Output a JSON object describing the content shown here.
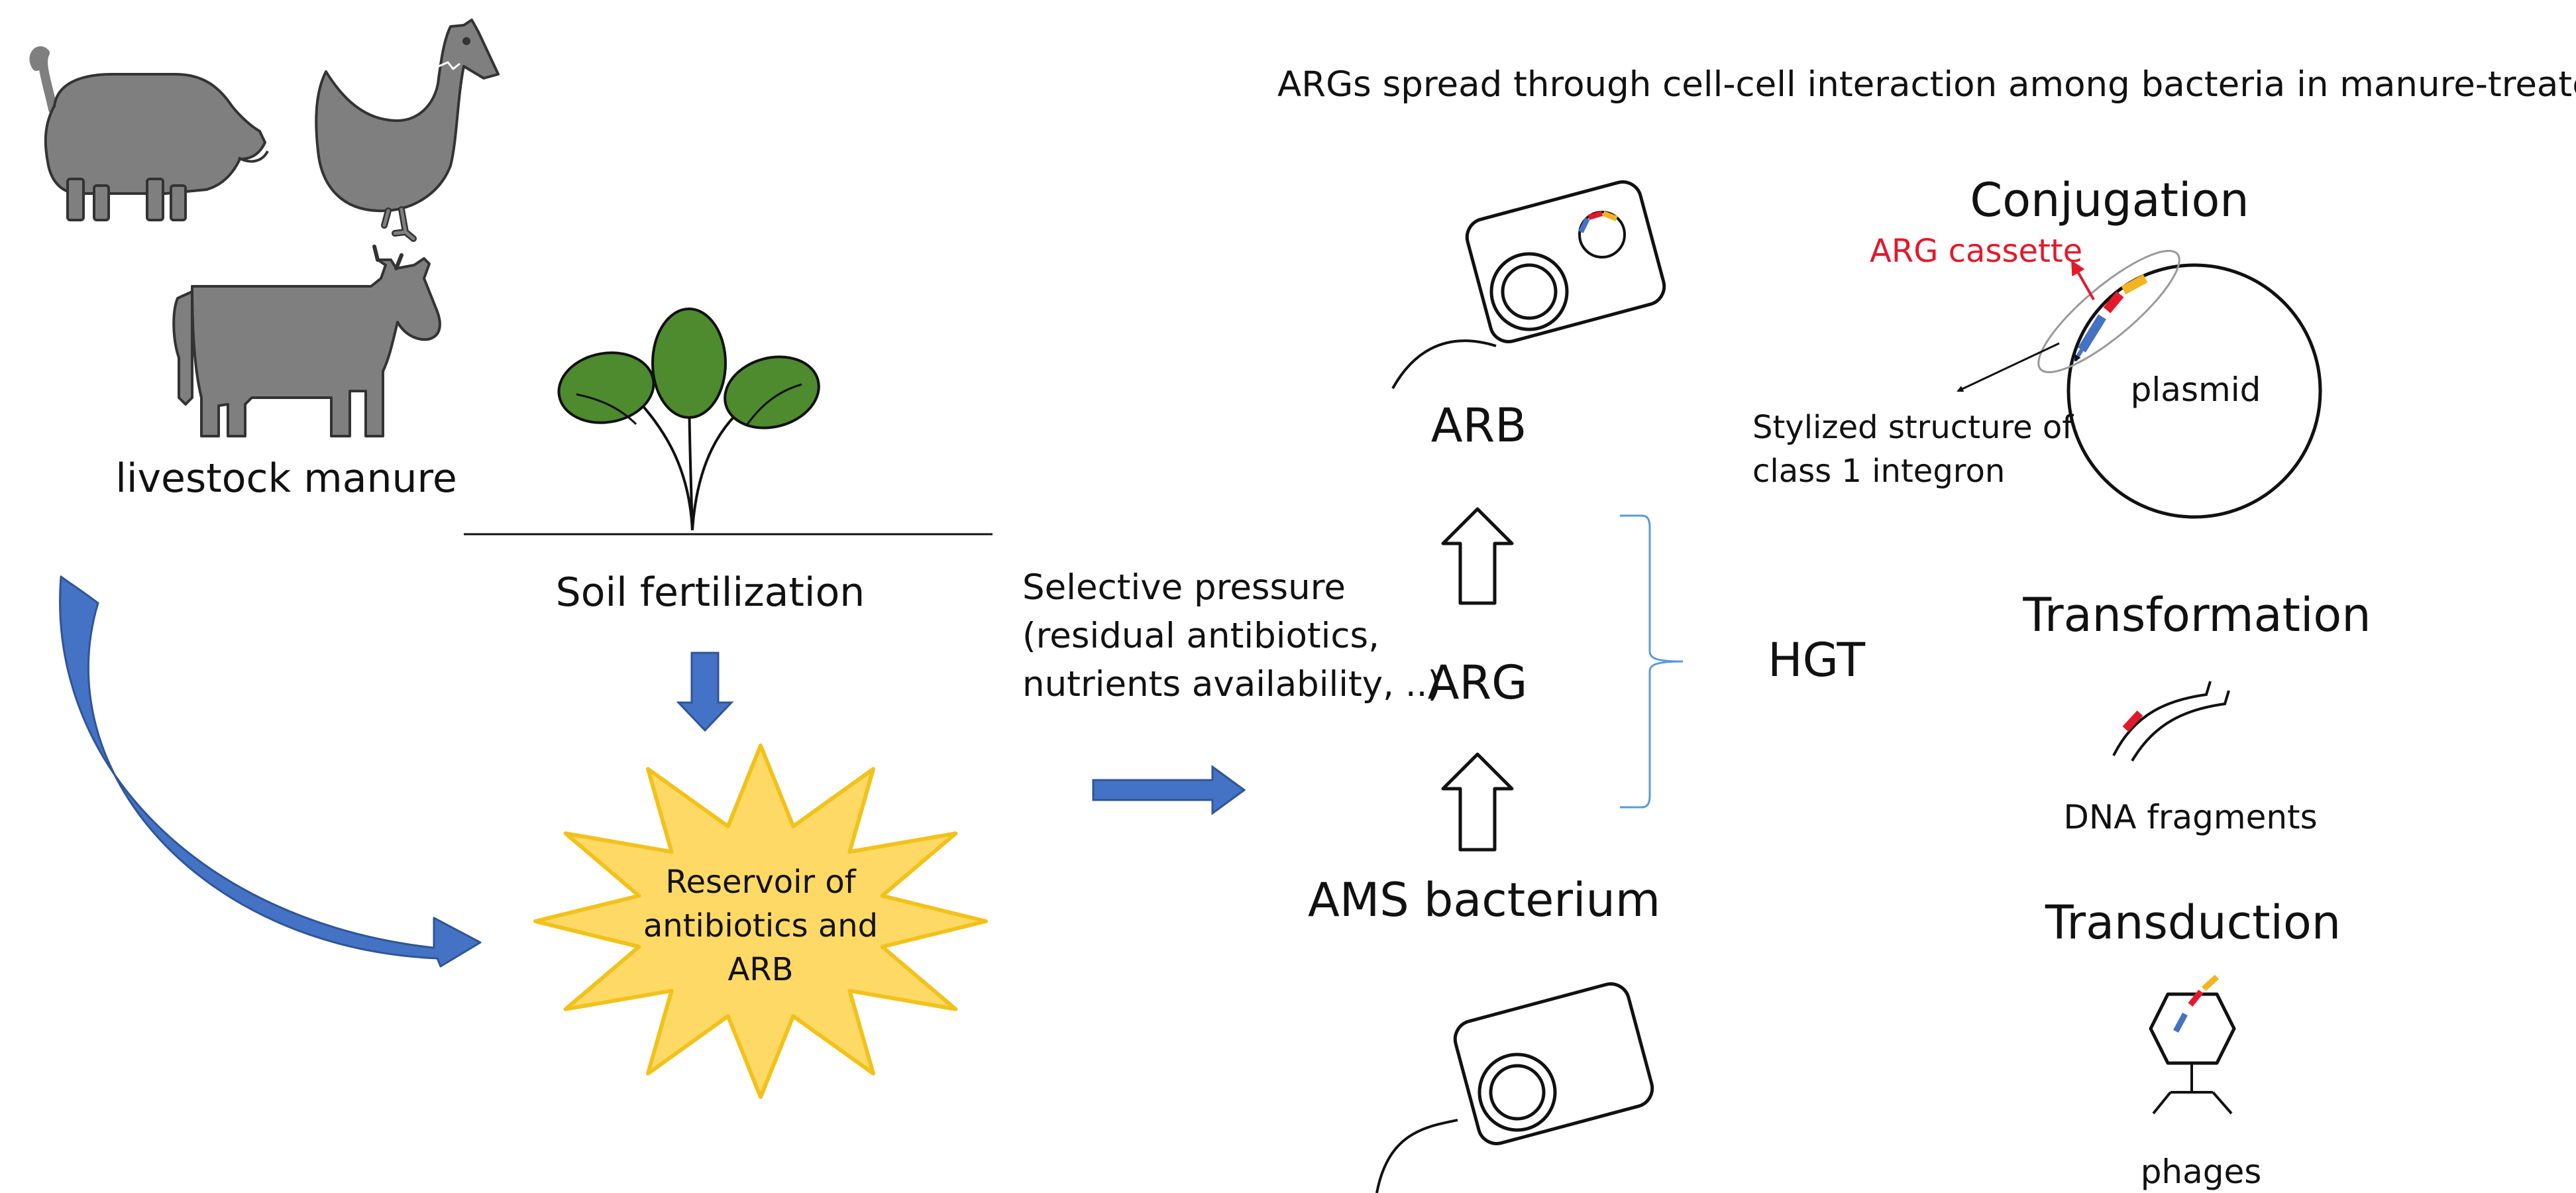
{
  "header": {
    "title": "ARGs spread through cell-cell interaction among bacteria in manure-treated soils"
  },
  "left": {
    "manure_label": "livestock manure",
    "fertilization_label": "Soil fertilization",
    "reservoir_lines": [
      "Reservoir of",
      "antibiotics and",
      "ARB"
    ]
  },
  "middle": {
    "pressure_lines": [
      "Selective pressure",
      "(residual antibiotics,",
      "nutrients availability, ..)"
    ],
    "arb_label": "ARB",
    "arg_label": "ARG",
    "ams_label": "AMS bacterium",
    "hgt_label": "HGT"
  },
  "right": {
    "conjugation": {
      "title": "Conjugation",
      "cassette_label": "ARG cassette",
      "plasmid_label": "plasmid",
      "integron_lines": [
        "Stylized structure of",
        "class 1 integron"
      ]
    },
    "transformation": {
      "title": "Transformation",
      "caption": "DNA fragments"
    },
    "transduction": {
      "title": "Transduction",
      "caption": "phages"
    }
  },
  "colors": {
    "animal_gray": "#7f7f7f",
    "leaf_green": "#4e8a2e",
    "arrow_blue": "#4472c4",
    "star_yellow": "#ffd966",
    "star_border": "#f2c21b",
    "arg_red": "#e3192b",
    "arg_yellow": "#f4b323",
    "brace_blue": "#5b9bd5"
  }
}
